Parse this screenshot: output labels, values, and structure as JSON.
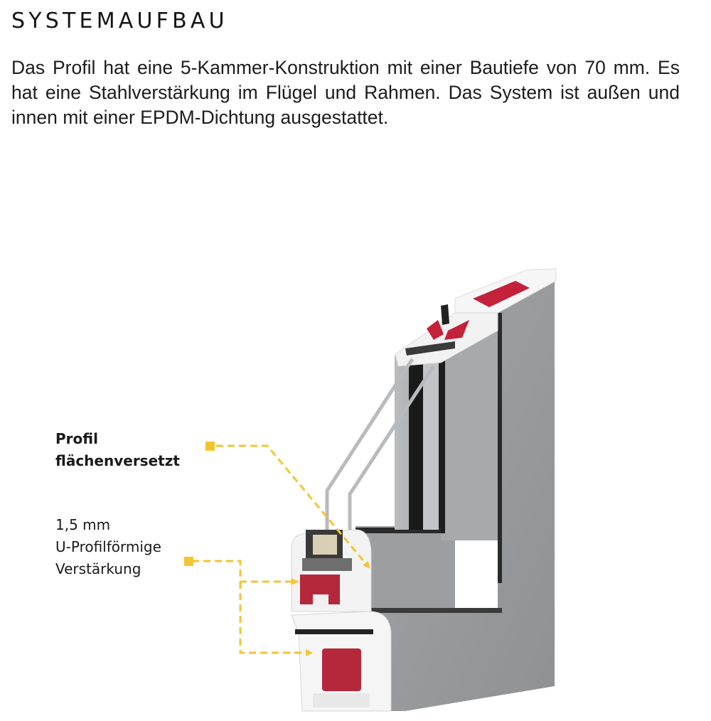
{
  "header": {
    "title": "SYSTEMAUFBAU"
  },
  "intro": {
    "text": "Das Profil hat eine 5-Kammer-Konstruktion mit einer Bautiefe von 70 mm. Es hat eine Stahlverstärkung im Flügel und Rahmen. Das System  ist außen und innen mit einer EPDM-Dichtung ausgestattet."
  },
  "figure": {
    "description": "window-profile-cross-section",
    "callouts": [
      {
        "id": "profil-flaechenversetzt",
        "lines": [
          "Profil",
          "flächenversetzt"
        ],
        "style": "bold"
      },
      {
        "id": "u-profil-verstaerkung",
        "lines": [
          "1,5 mm",
          "U-Profilförmige",
          "Verstärkung"
        ],
        "style": "regular"
      }
    ],
    "colors": {
      "callout_yellow": "#f5c431",
      "frame_gray": "#9a9c9e",
      "reinforcement_red": "#b5283c",
      "pvc_white": "#f4f4f4",
      "gasket_black": "#1e1e1e"
    }
  }
}
